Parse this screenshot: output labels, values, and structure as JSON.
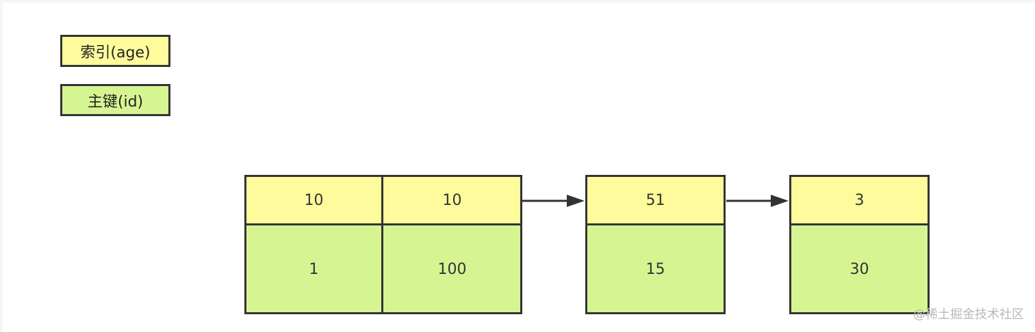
{
  "legend": {
    "index_label": "索引(age)",
    "primary_key_label": "主键(id)",
    "index_color": "#fdfb9c",
    "primary_key_color": "#d6f592"
  },
  "nodes": [
    {
      "entries": [
        {
          "key": "10",
          "value": "1"
        },
        {
          "key": "10",
          "value": "100"
        }
      ]
    },
    {
      "entries": [
        {
          "key": "51",
          "value": "15"
        }
      ]
    },
    {
      "entries": [
        {
          "key": "3",
          "value": "30"
        }
      ]
    }
  ],
  "watermark": "@稀土掘金技术社区"
}
